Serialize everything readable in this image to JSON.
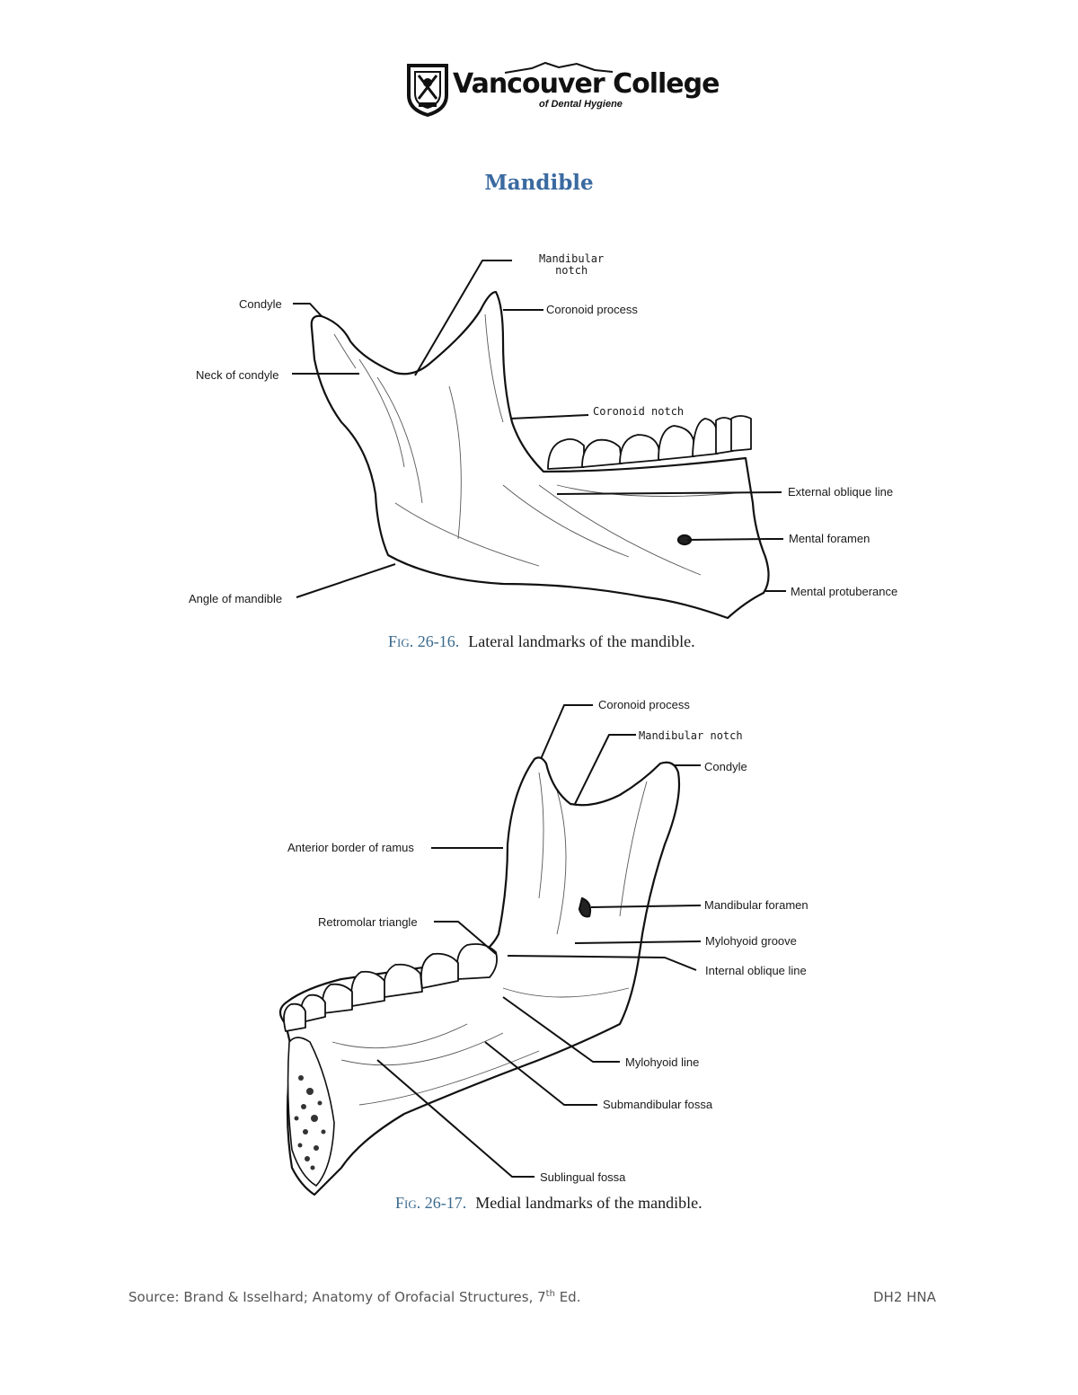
{
  "header": {
    "logo_text": "Vancouver College",
    "logo_sub": "of Dental Hygiene"
  },
  "title": "Mandible",
  "figure1": {
    "caption_num": "Fig. 26-16.",
    "caption_text": "Lateral landmarks of the mandible.",
    "labels": {
      "mandibular_notch": "Mandibular\nnotch",
      "condyle": "Condyle",
      "coronoid_process": "Coronoid process",
      "neck_of_condyle": "Neck of condyle",
      "coronoid_notch": "Coronoid notch",
      "external_oblique_line": "External oblique line",
      "mental_foramen": "Mental foramen",
      "angle_of_mandible": "Angle of mandible",
      "mental_protuberance": "Mental protuberance"
    }
  },
  "figure2": {
    "caption_num": "Fig. 26-17.",
    "caption_text": "Medial landmarks of the mandible.",
    "labels": {
      "coronoid_process": "Coronoid process",
      "mandibular_notch": "Mandibular notch",
      "condyle": "Condyle",
      "anterior_border_of_ramus": "Anterior border of ramus",
      "mandibular_foramen": "Mandibular foramen",
      "retromolar_triangle": "Retromolar triangle",
      "mylohyoid_groove": "Mylohyoid groove",
      "internal_oblique_line": "Internal oblique line",
      "mylohyoid_line": "Mylohyoid line",
      "submandibular_fossa": "Submandibular fossa",
      "sublingual_fossa": "Sublingual fossa"
    }
  },
  "footer": {
    "source_pre": "Source: Brand & Isselhard; Anatomy of Orofacial Structures, 7",
    "source_sup": "th",
    "source_post": " Ed.",
    "right": "DH2 HNA"
  }
}
